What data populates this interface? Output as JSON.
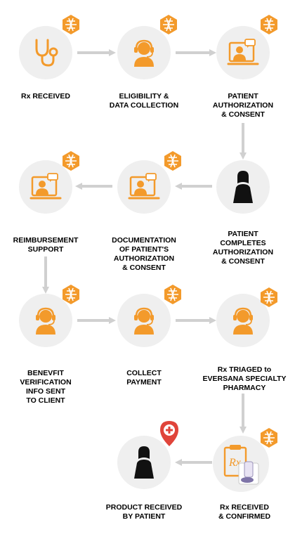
{
  "steps": [
    {
      "label": "Rx RECEIVED",
      "icon": "stethoscope-icon"
    },
    {
      "label": "ELIGIBILITY &\nDATA COLLECTION",
      "icon": "agent-headset-icon"
    },
    {
      "label": "PATIENT\nAUTHORIZATION\n& CONSENT",
      "icon": "video-call-monitor-icon"
    },
    {
      "label": "PATIENT\nCOMPLETES\nAUTHORIZATION\n& CONSENT",
      "icon": "female-patient-icon"
    },
    {
      "label": "DOCUMENTATION\nOF PATIENT'S\nAUTHORIZATION\n& CONSENT",
      "icon": "video-call-monitor-icon"
    },
    {
      "label": "REIMBURSEMENT\nSUPPORT",
      "icon": "video-call-monitor-icon"
    },
    {
      "label": "BENEVFIT\nVERIFICATION\nINFO SENT\nTO CLIENT",
      "icon": "agent-headset-icon"
    },
    {
      "label": "COLLECT\nPAYMENT",
      "icon": "agent-headset-icon"
    },
    {
      "label": "Rx TRIAGED to\nEVERSANA SPECIALTY\nPHARMACY",
      "icon": "agent-headset-icon"
    },
    {
      "label": "Rx RECEIVED\n& CONFIRMED",
      "icon": "prescription-clipboard-icon"
    },
    {
      "label": "PRODUCT RECEIVED\nBY PATIENT",
      "icon": "female-patient-icon"
    }
  ],
  "colors": {
    "accent": "#f39a2b",
    "arrow": "#d0d0d0",
    "circle": "#efefef",
    "pin": "#e0443a",
    "text": "#000000"
  }
}
